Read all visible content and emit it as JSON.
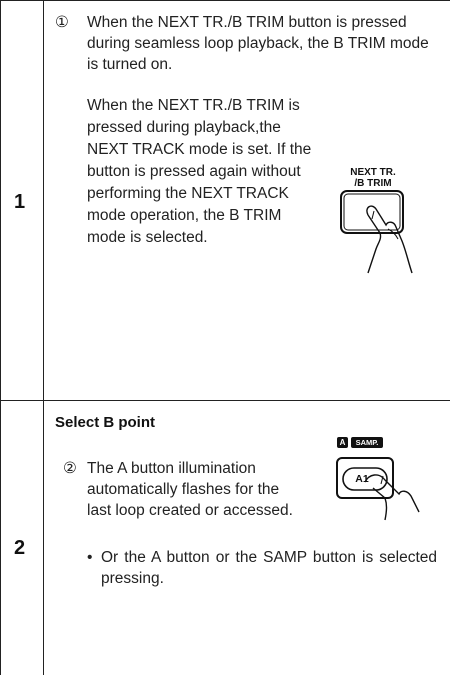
{
  "rows": [
    {
      "number": "1",
      "step_marker": "①",
      "step_text": "When the NEXT TR./B TRIM button is pressed during seamless loop playback, the B TRIM mode is turned on.",
      "note_text": "When the NEXT TR./B TRIM is pressed during playback,the NEXT TRACK mode is set. If the button is pressed again without performing the NEXT TRACK mode operation, the B TRIM mode is selected.",
      "figure": {
        "label_line1": "NEXT TR.",
        "label_line2": "/B TRIM",
        "icon": "finger-pressing-button-icon"
      }
    },
    {
      "number": "2",
      "heading": "Select B point",
      "step_marker": "②",
      "step_text": "The A button illumination automatically flashes for the last loop created or accessed.",
      "bullet_marker": "•",
      "bullet_text": "Or the A button or the SAMP button is selected pressing.",
      "figure": {
        "badge_a": "A",
        "badge_samp": "SAMP.",
        "button_label": "A1",
        "icon": "finger-pressing-a1-button-icon"
      }
    }
  ]
}
